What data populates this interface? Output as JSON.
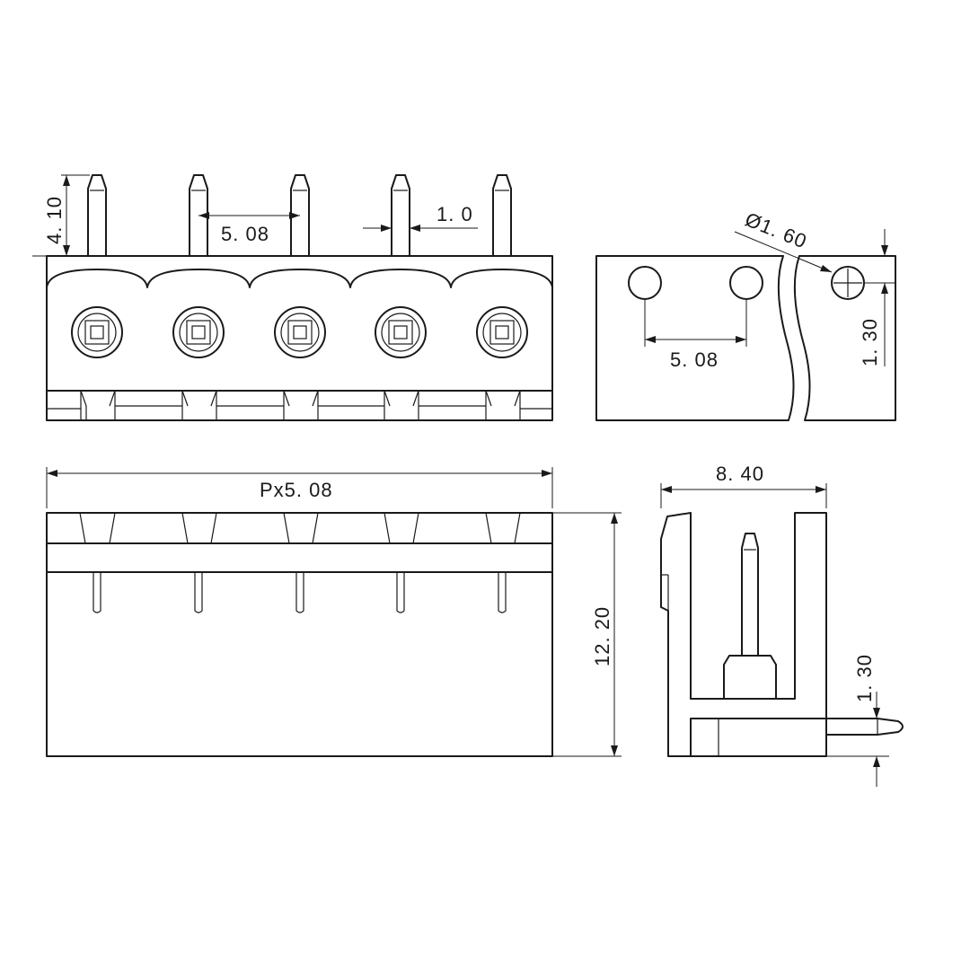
{
  "dimensions": {
    "top_pin_height": "4. 10",
    "top_pitch": "5. 08",
    "pin_width": "1. 0",
    "hole_diameter": "Ø1. 60",
    "hole_pitch": "5. 08",
    "hole_offset": "1. 30",
    "total_length": "Px5. 08",
    "body_height": "12. 20",
    "side_width": "8. 40",
    "side_pin_offset": "1. 30"
  },
  "colors": {
    "line": "#1a1a1a",
    "background": "#ffffff"
  }
}
